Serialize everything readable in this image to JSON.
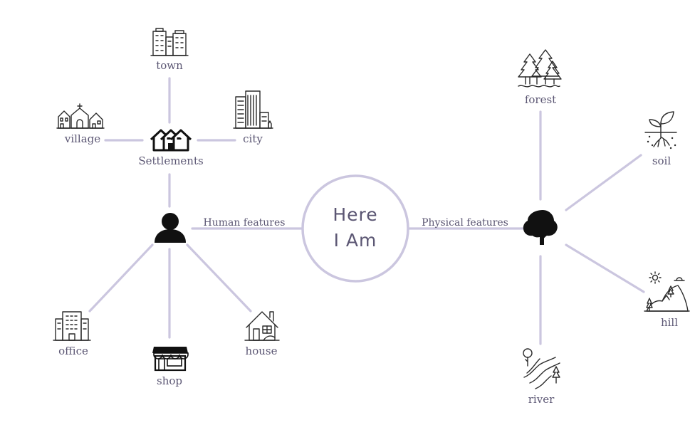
{
  "center": {
    "line1": "Here",
    "line2": "I Am"
  },
  "branches": {
    "human": "Human features",
    "physical": "Physical features"
  },
  "nodes": {
    "settlements": "Settlements",
    "town": "town",
    "village": "village",
    "city": "city",
    "office": "office",
    "shop": "shop",
    "house": "house",
    "forest": "forest",
    "soil": "soil",
    "hill": "hill",
    "river": "river"
  },
  "colors": {
    "connector": "#cbc6df",
    "text": "#5b5673",
    "icon": "#111111"
  }
}
